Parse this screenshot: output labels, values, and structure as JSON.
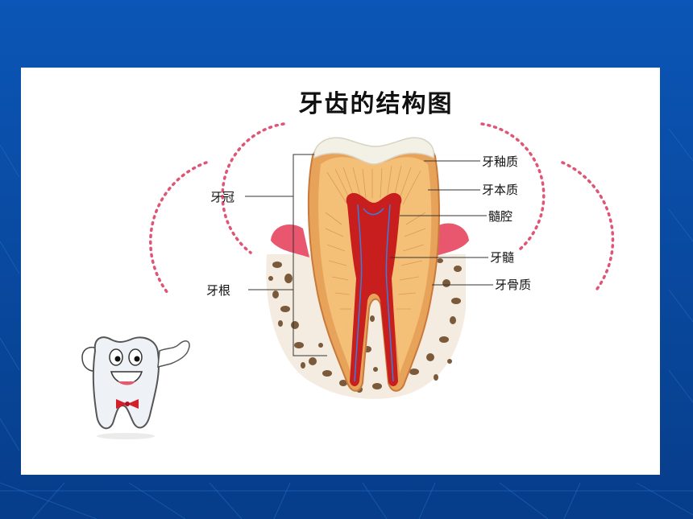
{
  "diagram": {
    "title": "牙齿的结构图",
    "labels": {
      "enamel": "牙釉质",
      "dentin": "牙本质",
      "pulp_cavity": "髓腔",
      "pulp": "牙髓",
      "cementum": "牙骨质",
      "crown": "牙冠",
      "root": "牙根"
    }
  },
  "colors": {
    "slide_background": "#0a4ea8",
    "card": "#ffffff",
    "enamel": "#f3f0e6",
    "dentin": "#f1b867",
    "pulp": "#c81e1e",
    "gum": "#e8576e",
    "bone": "#7a5a3a",
    "dotted_circle": "#e05575"
  }
}
